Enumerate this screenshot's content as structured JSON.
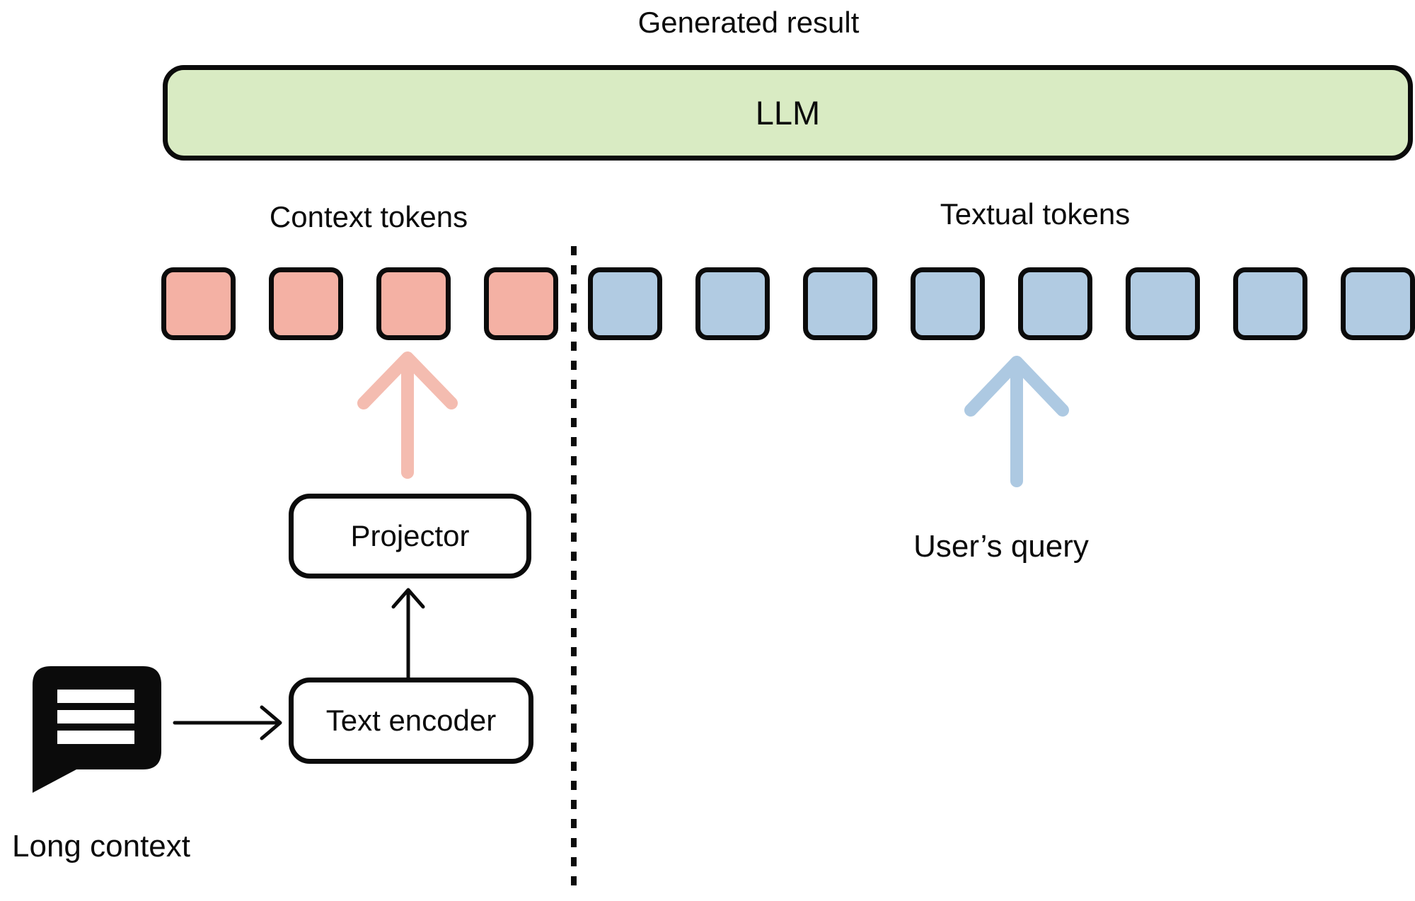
{
  "colors": {
    "background": "#FFFFFF",
    "ink": "#0B0B0B",
    "green": "#D9EBC3",
    "pink": "#F4B1A4",
    "blue": "#B1CBE2",
    "pink_arrow": "#F4BCB0",
    "blue_arrow": "#ADC9E2"
  },
  "header": {
    "title": "Generated result"
  },
  "llm": {
    "label": "LLM"
  },
  "groups": {
    "context": {
      "label": "Context tokens",
      "token_count": 4
    },
    "textual": {
      "label": "Textual tokens",
      "token_count": 8
    }
  },
  "pipeline": {
    "projector_label": "Projector",
    "text_encoder_label": "Text encoder",
    "long_context_label": "Long context",
    "user_query_label": "User’s query"
  },
  "icons": {
    "chat_bubble": "chat-bubble-icon",
    "pink_up_arrow": "up-arrow-icon",
    "blue_up_arrow": "up-arrow-icon"
  }
}
